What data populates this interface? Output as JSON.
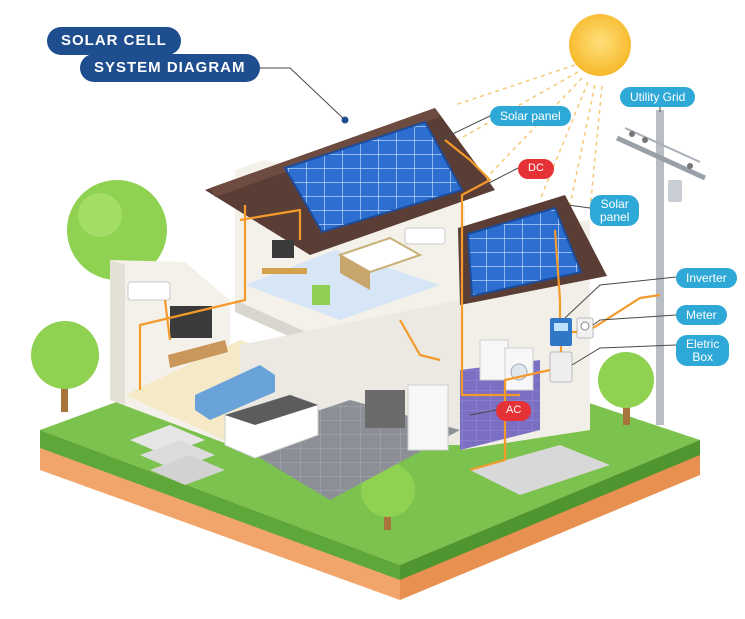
{
  "title": {
    "line1": "SOLAR CELL",
    "line2": "SYSTEM DIAGRAM"
  },
  "labels": {
    "solar_panel_1": "Solar panel",
    "solar_panel_2_line1": "Solar",
    "solar_panel_2_line2": "panel",
    "dc": "DC",
    "ac": "AC",
    "utility_grid": "Utility Grid",
    "inverter": "Inverter",
    "meter": "Meter",
    "electric_box_line1": "Eletric",
    "electric_box_line2": "Box"
  },
  "colors": {
    "title_bg": "#1f4e8f",
    "label_bg": "#2ea8d6",
    "red_label_bg": "#e53237",
    "wire": "#f39a2b",
    "sun": "#fbc02d",
    "grass": "#7cc24e",
    "soil": "#f2a56a",
    "panel": "#2d6fd1"
  }
}
